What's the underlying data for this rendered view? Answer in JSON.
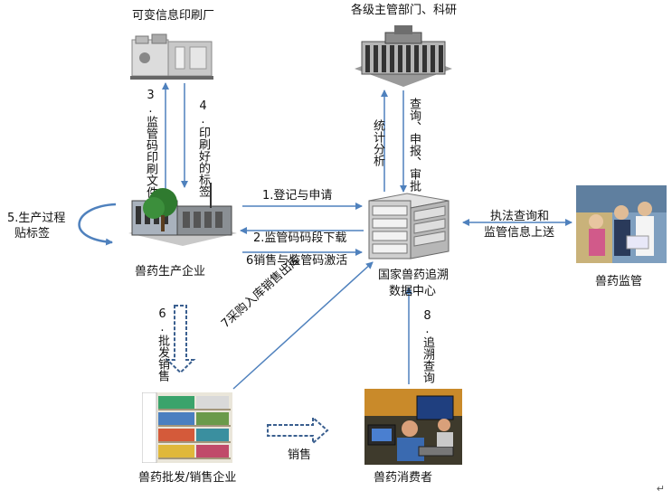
{
  "nodes": {
    "printer": "可变信息印刷厂",
    "authorities": "各级主管部门、科研",
    "manufacturer": "兽药生产企业",
    "datacenter_line1": "国家兽药追溯",
    "datacenter_line2": "数据中心",
    "supervision": "兽药监管",
    "wholesale": "兽药批发/销售企业",
    "consumer": "兽药消费者"
  },
  "edges": {
    "e3": "3.监管码印刷文件",
    "e4": "4.印刷好的标签",
    "e5_line1": "5.生产过程",
    "e5_line2": "贴标签",
    "e1": "1.登记与申请",
    "e2": "2.监管码码段下载",
    "e6": "6销售与监管码激活",
    "e6b": "6.批发销售",
    "e7": "7采购入库销售出库",
    "e8": "8.追溯查询",
    "stats": "统计分析",
    "query": "查询、申报、审批",
    "enforce_line1": "执法查询和",
    "enforce_line2": "监管信息上送",
    "sales": "销售"
  },
  "icons": {
    "printer": "printing-machine-icon",
    "authorities": "government-building-icon",
    "manufacturer": "factory-icon",
    "datacenter": "server-rack-icon",
    "supervision": "inspectors-photo-icon",
    "wholesale": "pharmacy-shelves-icon",
    "consumer": "computer-users-icon"
  },
  "colors": {
    "arrow": "#4f81bd",
    "dashed_arrow": "#3a5f8f"
  },
  "footer": {
    "corner_mark": "↵"
  }
}
